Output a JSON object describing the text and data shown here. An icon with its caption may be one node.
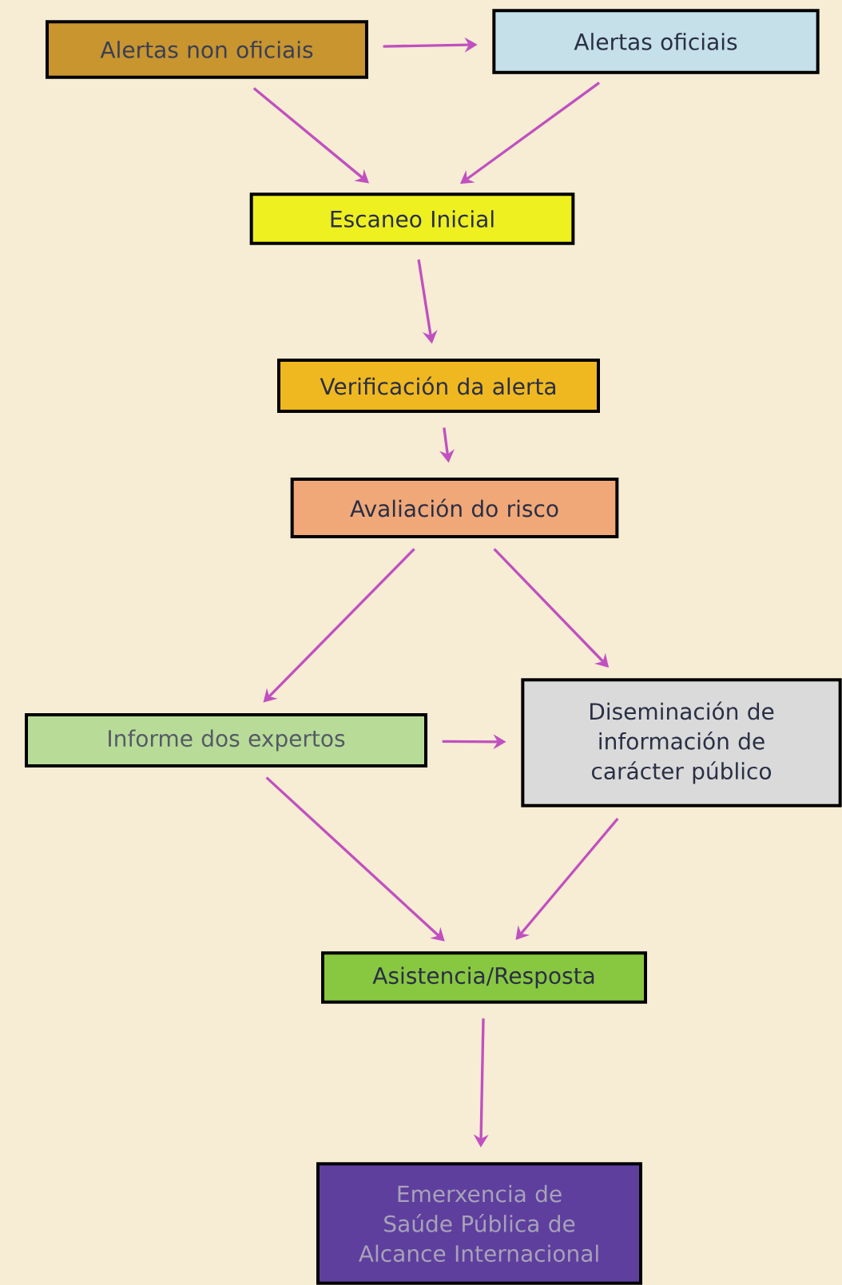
{
  "diagram": {
    "nodes": [
      {
        "text": [
          "Alertas non oficiais"
        ]
      },
      {
        "text": [
          "Alertas oficiais"
        ]
      },
      {
        "text": [
          "Escaneo Inicial"
        ]
      },
      {
        "text": [
          "Verificación da alerta"
        ]
      },
      {
        "text": [
          "Avaliación do risco"
        ]
      },
      {
        "text": [
          "Informe dos expertos"
        ]
      },
      {
        "text": [
          "Diseminación de información de carácter público"
        ]
      },
      {
        "text": [
          "Asistencia/Resposta"
        ]
      },
      {
        "text": [
          "Emerxencia de Saúde Pública de Alcance Internacional"
        ]
      }
    ],
    "edges": [
      {
        "from": 0,
        "to": 1,
        "arrow": "to"
      },
      {
        "from": 0,
        "to": 2,
        "arrow": "to"
      },
      {
        "from": 1,
        "to": 2,
        "arrow": "to"
      },
      {
        "from": 2,
        "to": 3,
        "arrow": "to"
      },
      {
        "from": 3,
        "to": 4,
        "arrow": "to"
      },
      {
        "from": 4,
        "to": 5,
        "arrow": "to"
      },
      {
        "from": 4,
        "to": 6,
        "arrow": "to"
      },
      {
        "from": 5,
        "to": 6,
        "arrow": "to"
      },
      {
        "from": 5,
        "to": 7,
        "arrow": "to"
      },
      {
        "from": 6,
        "to": 7,
        "arrow": "to"
      },
      {
        "from": 7,
        "to": 8,
        "arrow": "to"
      }
    ]
  }
}
